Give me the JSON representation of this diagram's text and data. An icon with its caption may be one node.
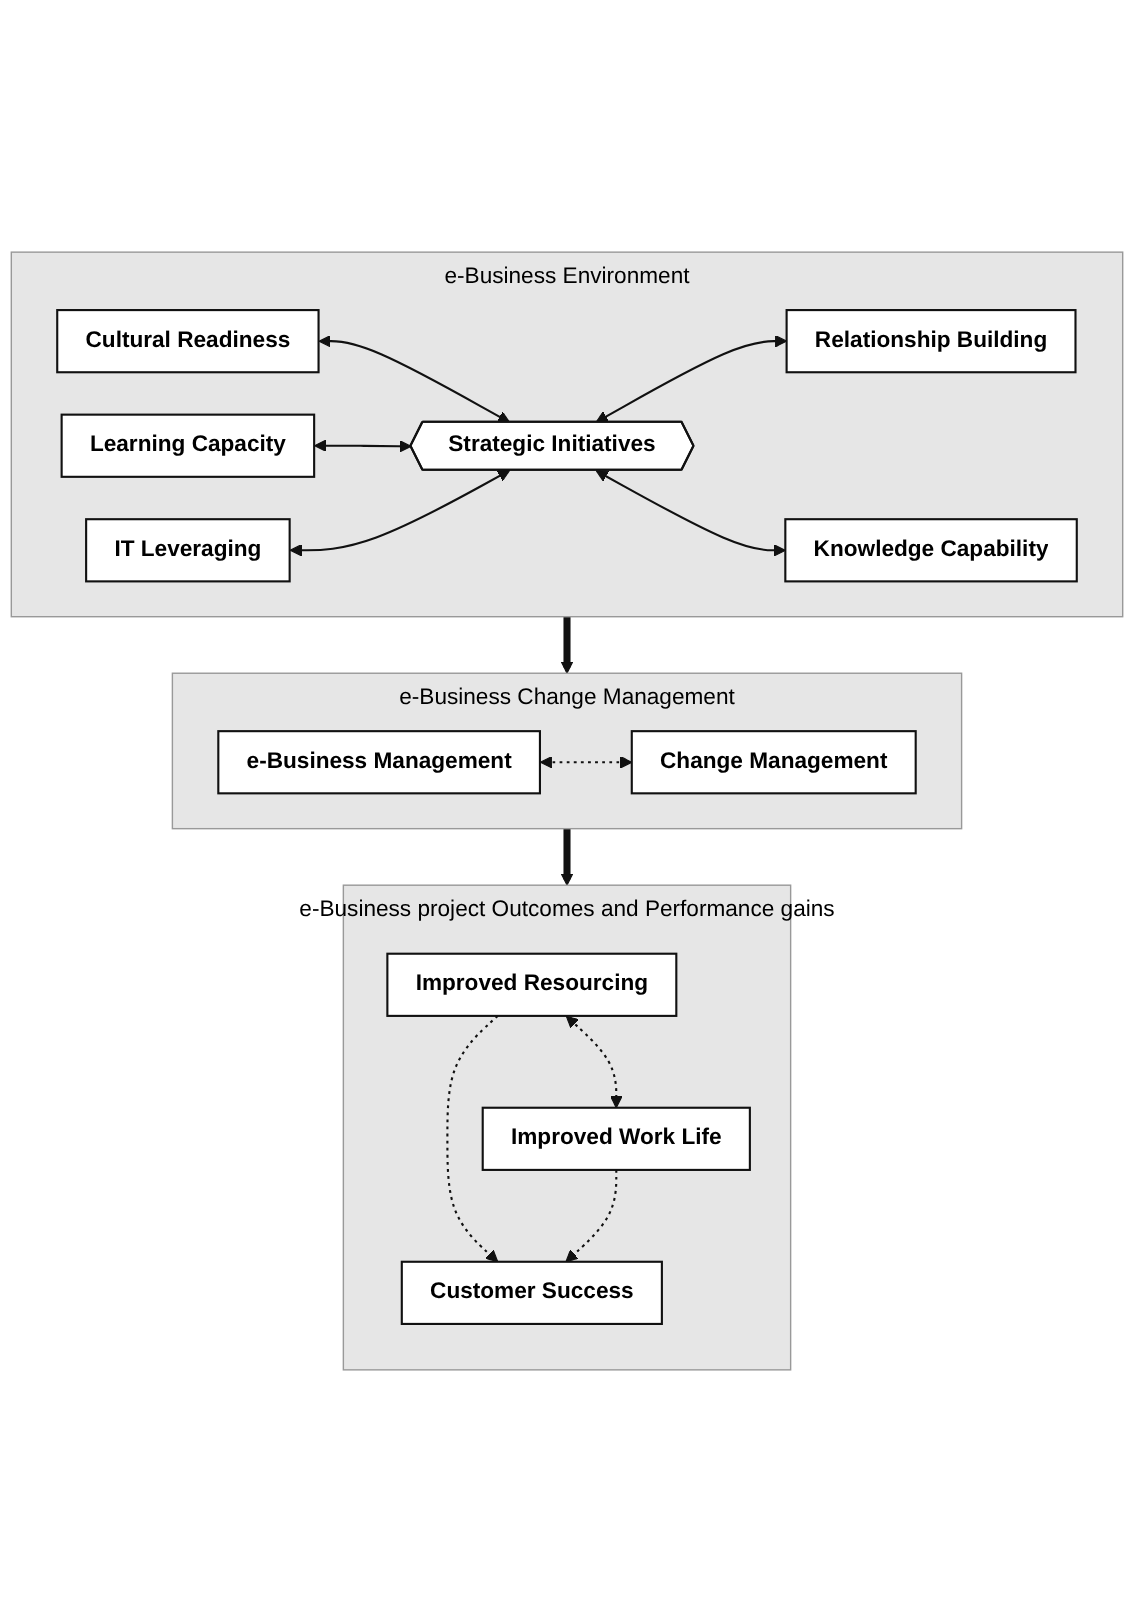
{
  "diagram": {
    "nodes": [
      {
        "text": [
          "e-Business Environment"
        ]
      },
      {
        "text": [
          "Cultural Readiness"
        ],
        "in": 0
      },
      {
        "text": [
          "Learning Capacity"
        ],
        "in": 0
      },
      {
        "text": [
          "Strategic Initiatives"
        ],
        "in": 0
      },
      {
        "text": [
          "IT Leveraging"
        ],
        "in": 0
      },
      {
        "text": [
          "Relationship Building"
        ],
        "in": 0
      },
      {
        "text": [
          "Knowledge Capability"
        ],
        "in": 0
      },
      {
        "text": [
          "e-Business Change Management"
        ]
      },
      {
        "text": [
          "e-Business Management"
        ],
        "in": 7
      },
      {
        "text": [
          "Change Management"
        ],
        "in": 7
      },
      {
        "text": [
          "e-Business project Outcomes and Performance gains"
        ]
      },
      {
        "text": [
          "Improved Resourcing"
        ],
        "in": 10
      },
      {
        "text": [
          "Improved Work Life"
        ],
        "in": 10
      },
      {
        "text": [
          "Customer Success"
        ],
        "in": 10
      }
    ],
    "edges": [
      {
        "from": 1,
        "to": 3,
        "arrow": "both"
      },
      {
        "from": 2,
        "to": 3,
        "arrow": "both"
      },
      {
        "from": 4,
        "to": 3,
        "arrow": "both"
      },
      {
        "from": 3,
        "to": 5,
        "arrow": "both"
      },
      {
        "from": 3,
        "to": 6,
        "arrow": "both"
      },
      {
        "from": 0,
        "to": 7,
        "arrow": "to",
        "style": "thick"
      },
      {
        "from": 8,
        "to": 9,
        "arrow": "both",
        "style": "dashed"
      },
      {
        "from": 7,
        "to": 10,
        "arrow": "to",
        "style": "thick"
      },
      {
        "from": 11,
        "to": 12,
        "arrow": "both",
        "style": "dashed"
      },
      {
        "from": 11,
        "to": 13,
        "arrow": "to",
        "style": "dashed"
      },
      {
        "from": 12,
        "to": 13,
        "arrow": "to",
        "style": "dashed"
      }
    ]
  }
}
